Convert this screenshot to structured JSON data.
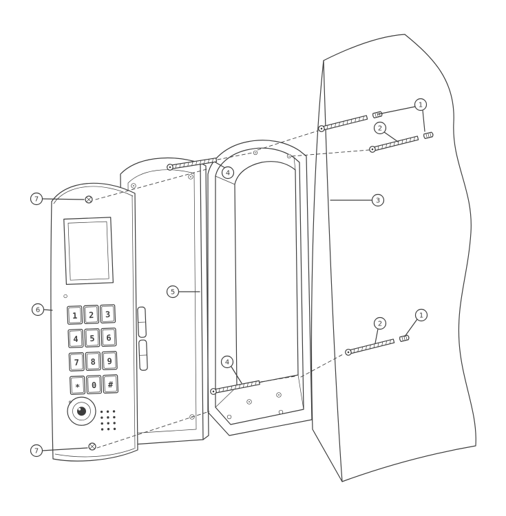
{
  "figure": {
    "line_color": "#3d3d3d",
    "callouts": {
      "n1": "1",
      "n2": "2",
      "n3": "3",
      "n4": "4",
      "n5": "5",
      "n6": "6",
      "n7": "7"
    },
    "keypad": {
      "keys": [
        "1",
        "2",
        "3",
        "4",
        "5",
        "6",
        "7",
        "8",
        "9",
        "*",
        "0",
        "#"
      ]
    }
  }
}
